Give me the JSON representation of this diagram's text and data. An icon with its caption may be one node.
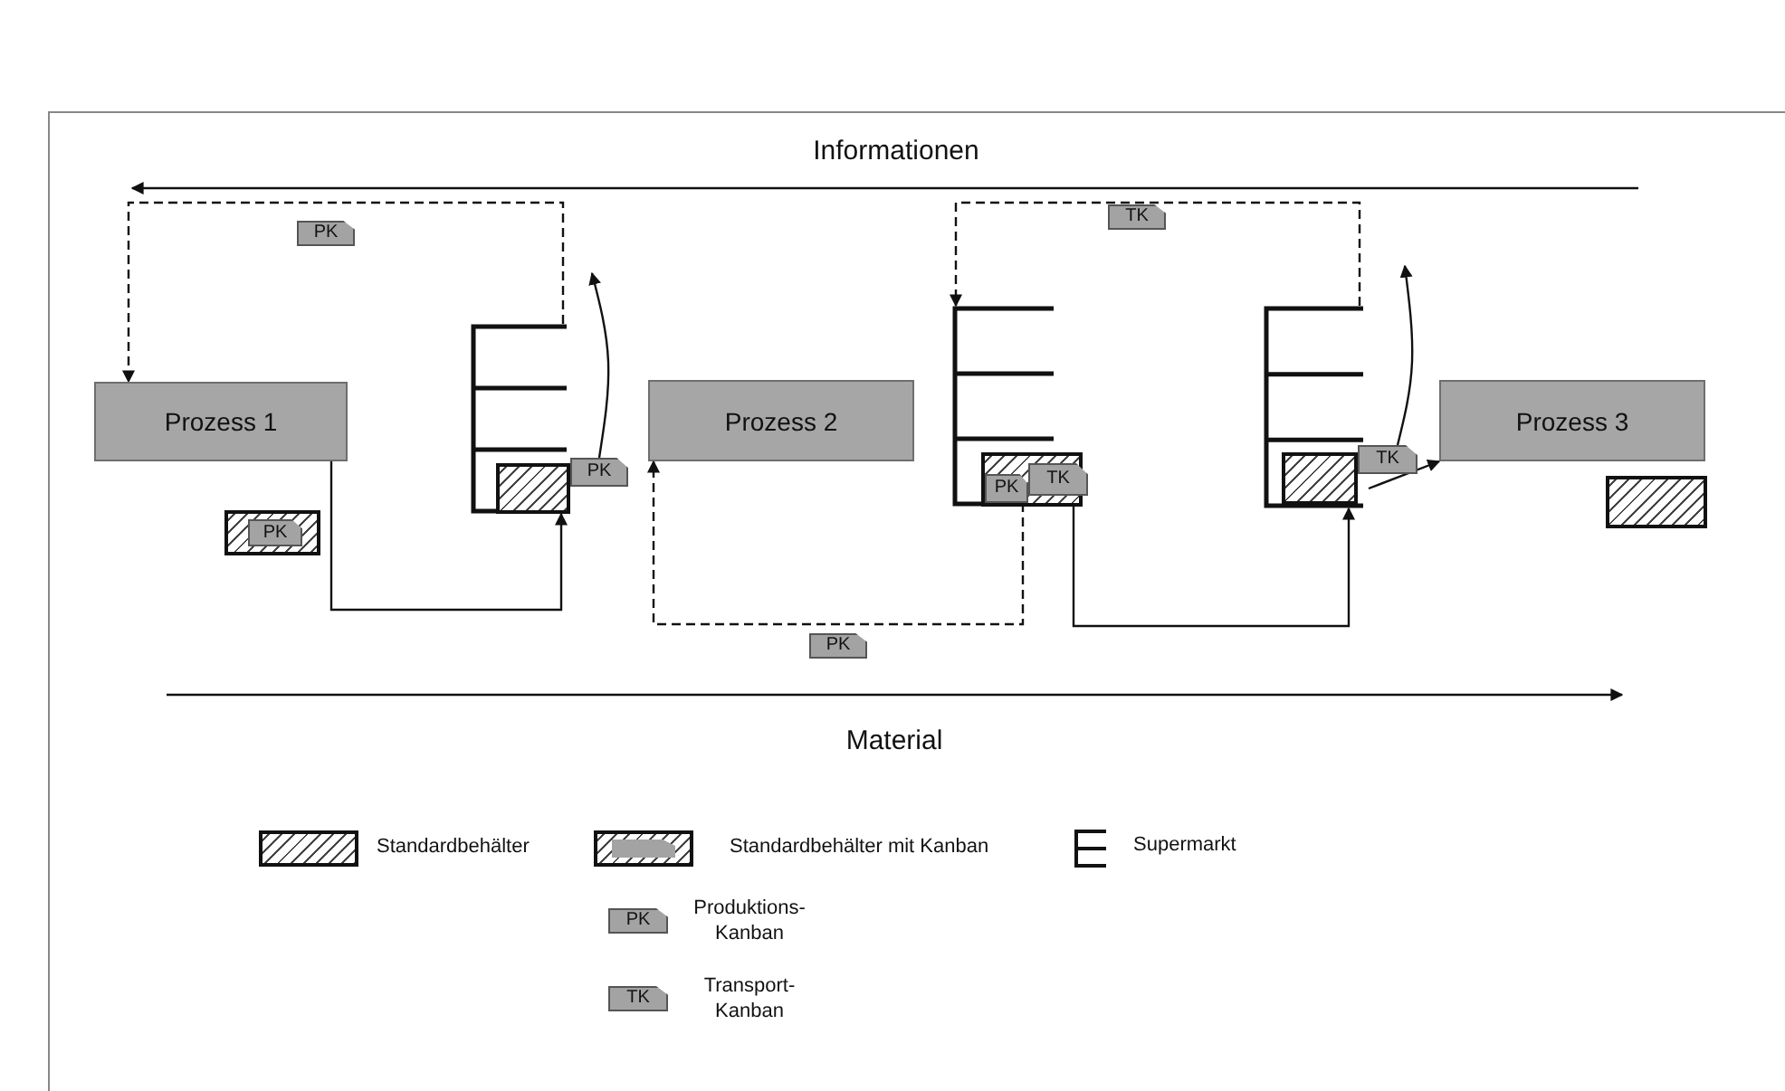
{
  "diagram": {
    "nodes": [
      {
        "text": [
          "Prozess 1"
        ]
      },
      {
        "text": [
          "Prozess 2"
        ]
      },
      {
        "text": [
          "Prozess 3"
        ]
      },
      {
        "text": [],
        "shape": "box"
      },
      {
        "text": [
          "PK"
        ],
        "in": 3
      },
      {
        "text": [],
        "shape": "shelf"
      },
      {
        "text": [],
        "shape": "box",
        "in": 5
      },
      {
        "text": [
          "PK"
        ]
      },
      {
        "text": [],
        "shape": "shelf"
      },
      {
        "text": [],
        "shape": "box",
        "in": 8
      },
      {
        "text": [
          "PK"
        ],
        "in": 9
      },
      {
        "text": [
          "TK"
        ]
      },
      {
        "text": [],
        "shape": "shelf"
      },
      {
        "text": [],
        "shape": "box",
        "in": 12
      },
      {
        "text": [
          "TK"
        ]
      },
      {
        "text": [],
        "shape": "box"
      },
      {
        "text": [
          "PK"
        ]
      },
      {
        "text": [
          "PK"
        ]
      },
      {
        "text": [
          "TK"
        ]
      }
    ],
    "edges": [
      {
        "from": 0,
        "to": 5,
        "arrow": "to"
      },
      {
        "from": 7,
        "to": null,
        "arrow": "to"
      },
      {
        "from": 5,
        "to": 0,
        "arrow": "to",
        "style": "dashed"
      },
      {
        "from": 10,
        "to": 1,
        "arrow": "to",
        "style": "dashed"
      },
      {
        "from": 8,
        "to": 12,
        "arrow": "to"
      },
      {
        "from": 14,
        "to": null,
        "arrow": "to"
      },
      {
        "from": 12,
        "to": 8,
        "arrow": "to",
        "style": "dashed"
      },
      {
        "from": 12,
        "to": 2,
        "arrow": "to"
      }
    ],
    "labels": [
      "Informationen",
      "Material",
      "PK",
      "TK"
    ],
    "legend": [
      {
        "text": "Standardbehälter"
      },
      {
        "text": "Standardbehälter mit Kanban"
      },
      {
        "text": "Supermarkt"
      },
      {
        "text": "Produktions-Kanban"
      },
      {
        "text": "Transport-Kanban"
      }
    ]
  }
}
